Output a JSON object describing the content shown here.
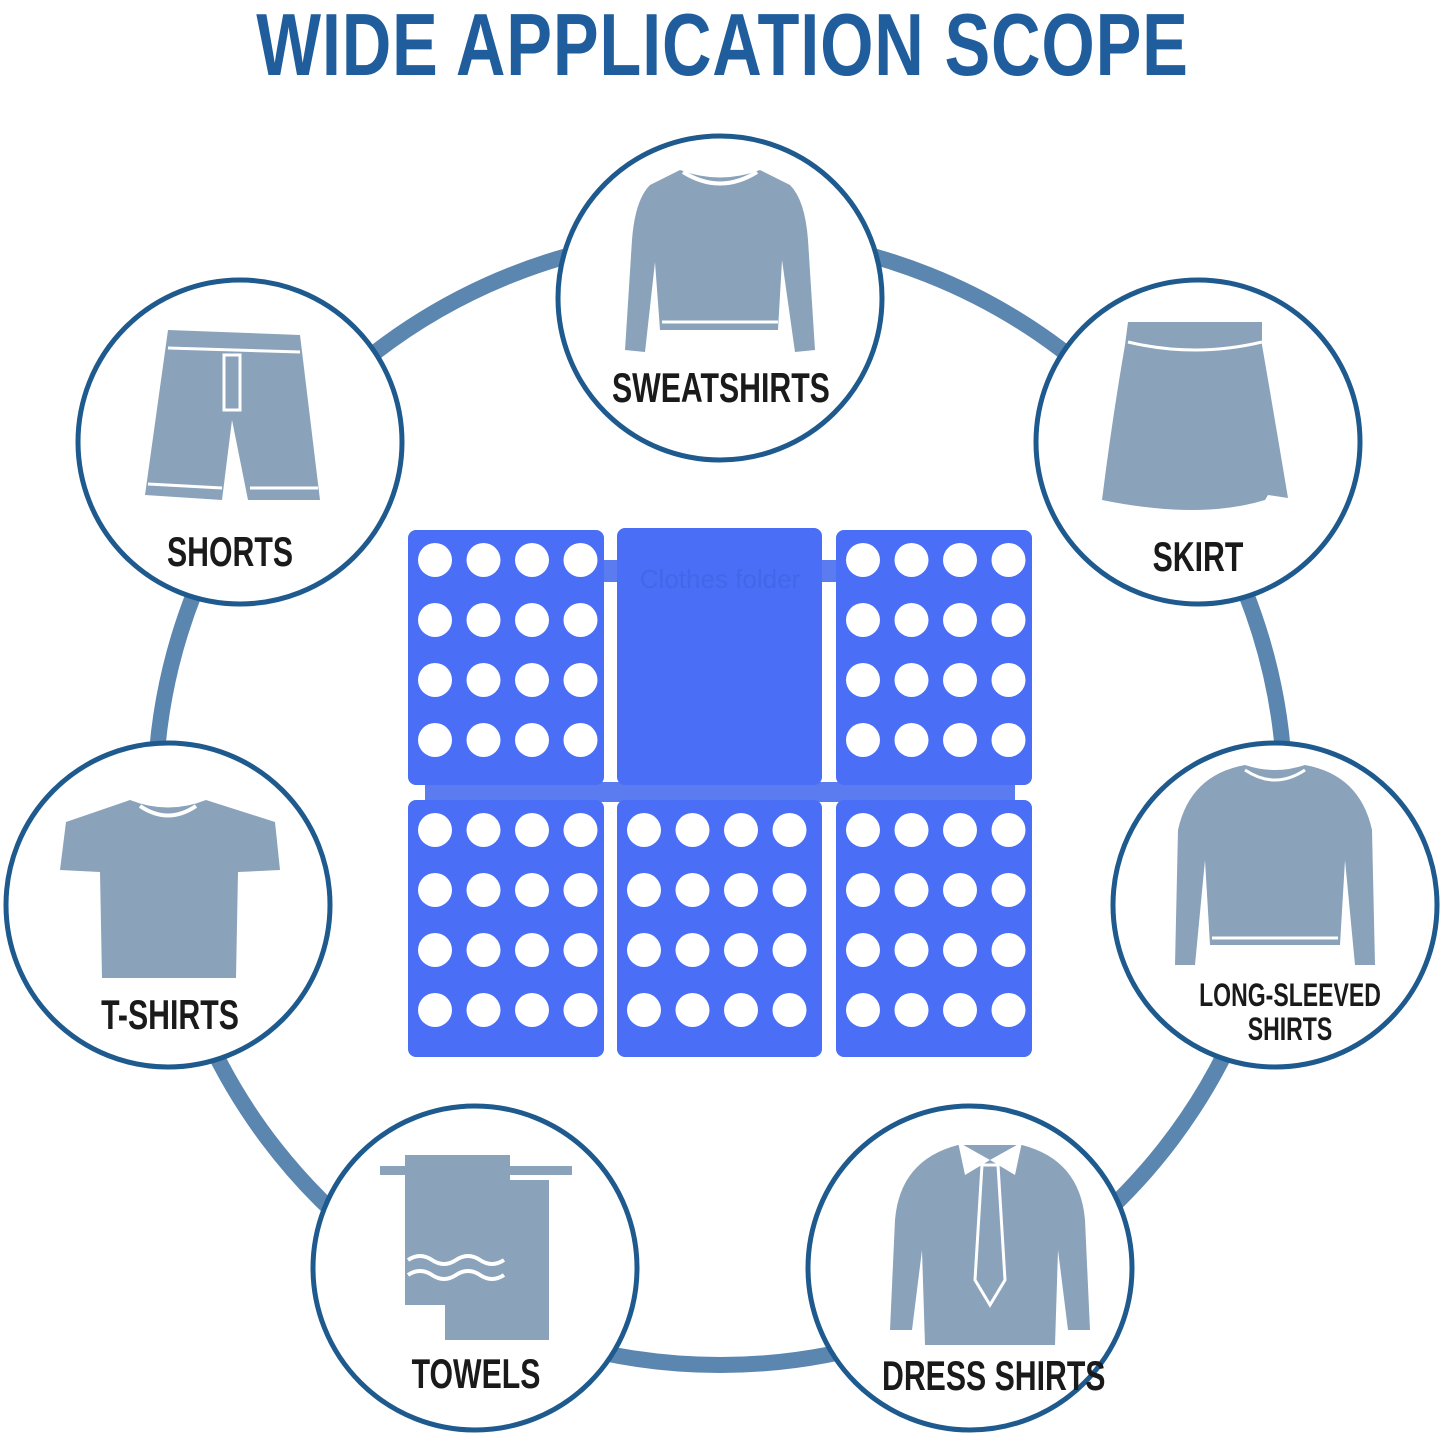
{
  "title": "WIDE APPLICATION SCOPE",
  "product_logo_text": "Clothes folder",
  "colors": {
    "title": "#1f5d9c",
    "ring": "#5b86b0",
    "circle_border": "#1e5a8e",
    "icon": "#8aa2ba",
    "board": "#4a6ef5"
  },
  "items": [
    {
      "label": "SWEATSHIRTS",
      "icon": "sweatshirt-icon"
    },
    {
      "label": "SHORTS",
      "icon": "shorts-icon"
    },
    {
      "label": "SKIRT",
      "icon": "skirt-icon"
    },
    {
      "label": "T-SHIRTS",
      "icon": "tshirt-icon"
    },
    {
      "label": "LONG-SLEEVED",
      "label2": "SHIRTS",
      "icon": "long-sleeve-shirt-icon"
    },
    {
      "label": "TOWELS",
      "icon": "towel-icon"
    },
    {
      "label": "DRESS SHIRTS",
      "icon": "dress-shirt-icon"
    }
  ]
}
